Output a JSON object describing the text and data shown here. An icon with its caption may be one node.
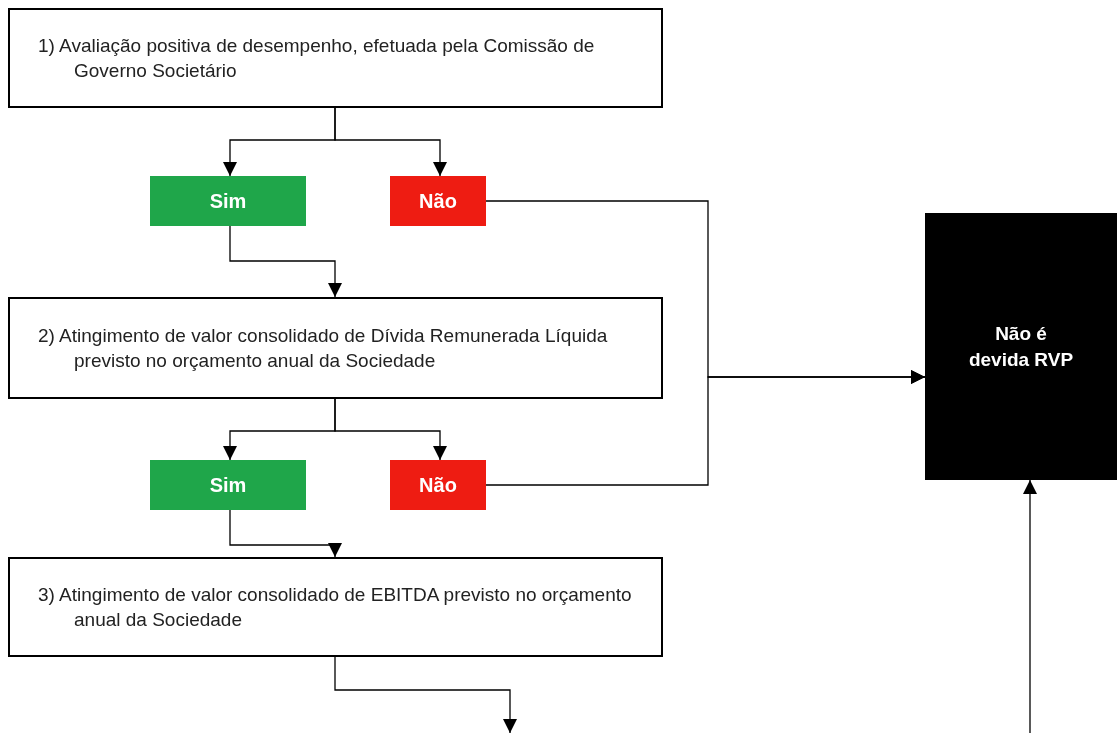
{
  "diagram": {
    "nodes": [
      {
        "text": [
          "1) Avaliação positiva de desempenho, efetuada pela Comissão de Governo Societário"
        ]
      },
      {
        "text": [
          "Sim"
        ]
      },
      {
        "text": [
          "Não"
        ]
      },
      {
        "text": [
          "2) Atingimento de valor consolidado de Dívida Remunerada Líquida previsto no orçamento anual da Sociedade"
        ]
      },
      {
        "text": [
          "Sim"
        ]
      },
      {
        "text": [
          "Não"
        ]
      },
      {
        "text": [
          "3) Atingimento de valor consolidado de EBITDA previsto no orçamento anual da Sociedade"
        ]
      },
      {
        "text": [
          "Não é devida RVP"
        ]
      }
    ],
    "edges": [
      {
        "from": 0,
        "to": 1,
        "arrow": "to"
      },
      {
        "from": 0,
        "to": 2,
        "arrow": "to"
      },
      {
        "from": 1,
        "to": 3,
        "arrow": "to"
      },
      {
        "from": 2,
        "to": 7,
        "arrow": "to"
      },
      {
        "from": 3,
        "to": 4,
        "arrow": "to"
      },
      {
        "from": 3,
        "to": 5,
        "arrow": "to"
      },
      {
        "from": 5,
        "to": 7,
        "arrow": "to"
      },
      {
        "from": 4,
        "to": 6,
        "arrow": "to"
      },
      {
        "from": 6,
        "to": null,
        "arrow": "to"
      },
      {
        "from": null,
        "to": 7,
        "arrow": "to"
      }
    ]
  }
}
